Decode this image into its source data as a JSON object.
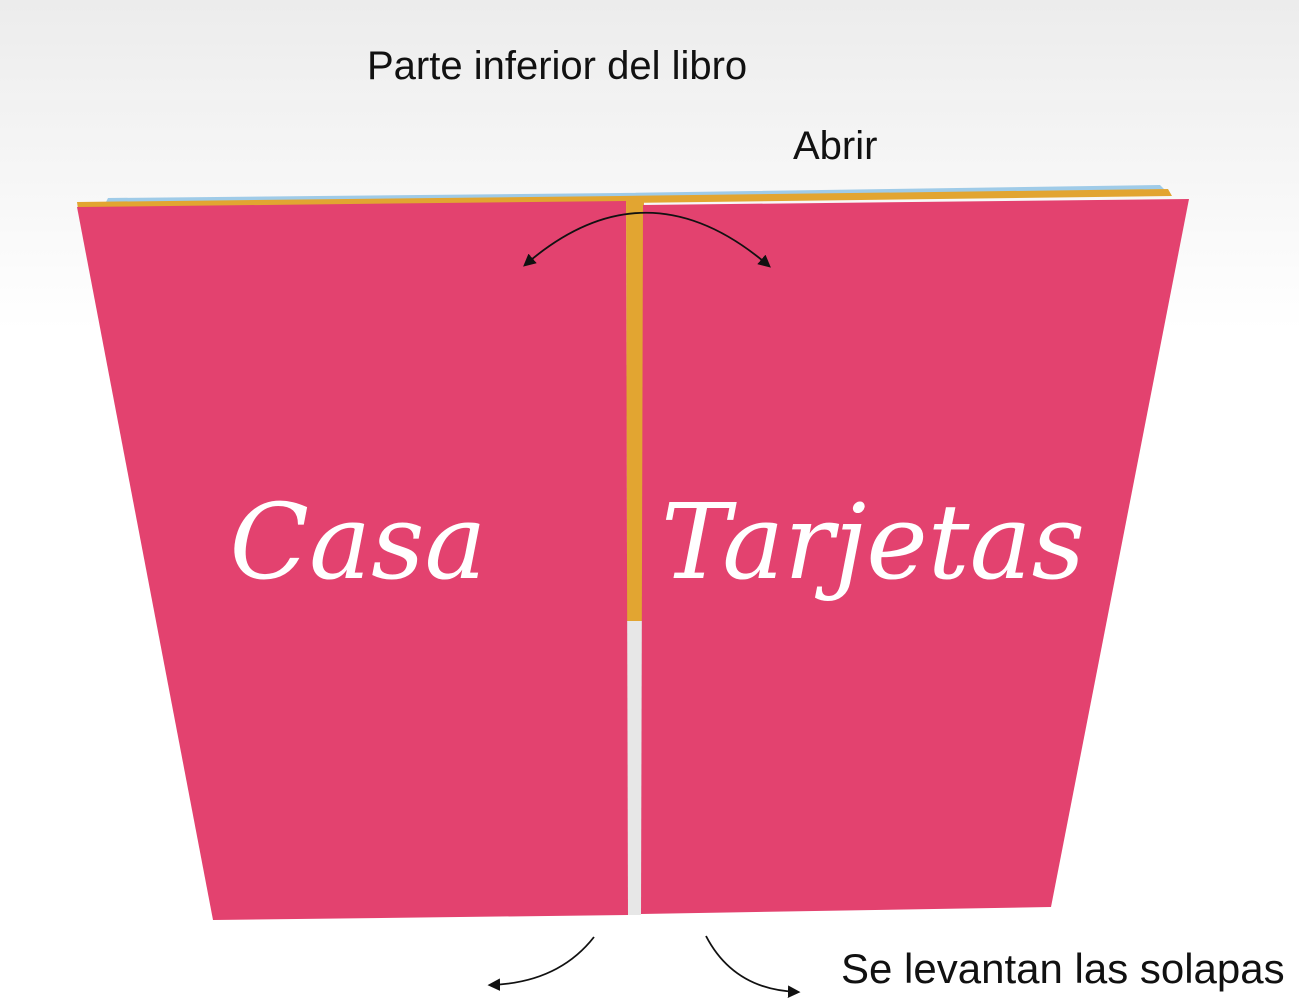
{
  "labels": {
    "bottom_of_book": "Parte inferior del libro",
    "open": "Abrir",
    "flaps_lift": "Se levantan las solapas"
  },
  "covers": {
    "left_title": "Casa",
    "right_title": "Tarjetas"
  },
  "colors": {
    "cover": "#e3426f",
    "spine": "#e2a531",
    "inner_page": "#9fcbe8",
    "text": "#111111",
    "cover_text": "#ffffff"
  },
  "icons": {
    "open_arrow": "double-curved-arrow-icon",
    "left_flap_arrow": "curved-arrow-down-left-icon",
    "right_flap_arrow": "curved-arrow-down-right-icon"
  }
}
